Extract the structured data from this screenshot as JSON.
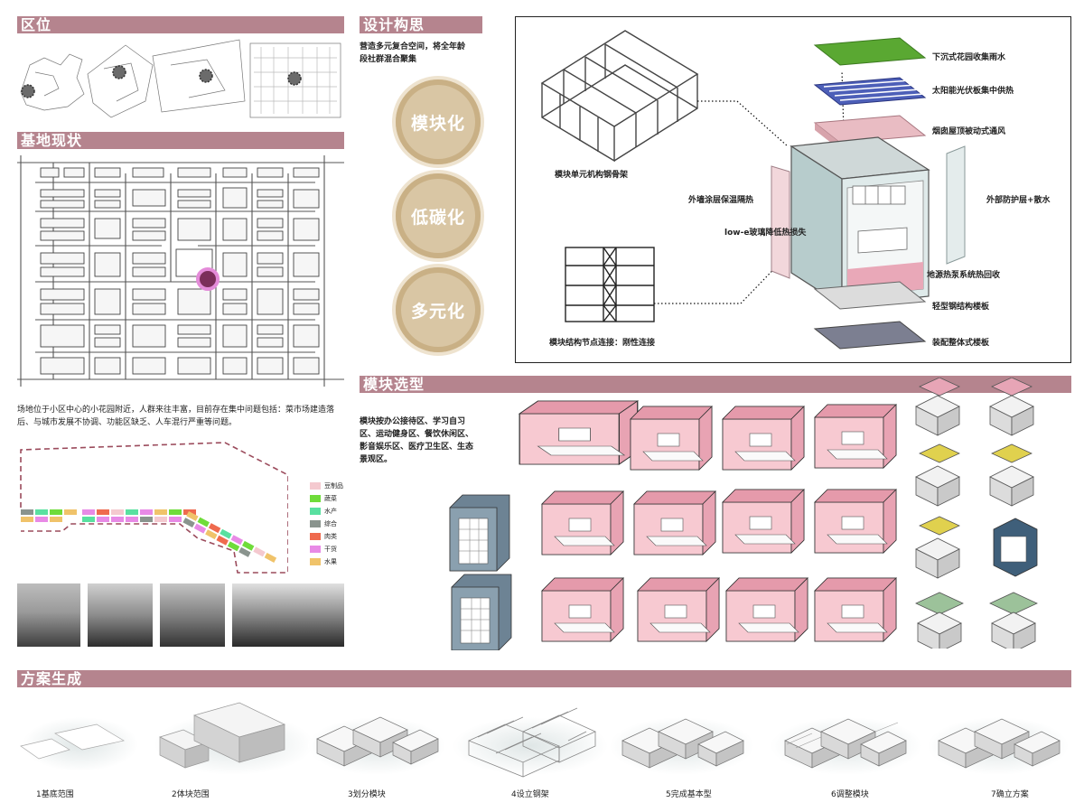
{
  "sections": {
    "location": "区位",
    "site": "基地现状",
    "concept": "设计构思",
    "module_select": "模块选型",
    "generation": "方案生成"
  },
  "concept": {
    "intro": "营造多元复合空间，将全年龄段社群混合聚集",
    "keywords": [
      "模块化",
      "低碳化",
      "多元化"
    ]
  },
  "site": {
    "description": "场地位于小区中心的小花园附近，人群来往丰富，目前存在集中问题包括：菜市场建造落后、与城市发展不协调、功能区缺乏、人车混行严重等问题。"
  },
  "legend": [
    {
      "label": "豆制品",
      "color": "#f4c9cf"
    },
    {
      "label": "蔬菜",
      "color": "#6fdc3a"
    },
    {
      "label": "水产",
      "color": "#59e0a0"
    },
    {
      "label": "综合",
      "color": "#8a948e"
    },
    {
      "label": "肉类",
      "color": "#ef6a4e"
    },
    {
      "label": "干货",
      "color": "#e88ae6"
    },
    {
      "label": "水果",
      "color": "#f0c36a"
    }
  ],
  "structure": {
    "frame_label": "模块单元机构钢骨架",
    "node_label": "模块结构节点连接：刚性连接",
    "wall_insulation": "外墙涂层保温隔热",
    "glass": "low-e玻璃降低热损失",
    "outer_protect": "外部防护层+散水",
    "layers": [
      "下沉式花园收集雨水",
      "太阳能光伏板集中供热",
      "烟囱屋顶被动式通风",
      "地源热泵系统热回收",
      "轻型钢结构楼板",
      "装配整体式楼板"
    ]
  },
  "module": {
    "description": "模块按办公接待区、学习自习区、运动健身区、餐饮休闲区、影音娱乐区、医疗卫生区、生态景观区。"
  },
  "steps": [
    "1基底范围",
    "2体块范围",
    "3划分模块",
    "4设立钢架",
    "5完成基本型",
    "6调整模块",
    "7确立方案"
  ],
  "colors": {
    "header": "#b5848e",
    "pink": "#f2b9c3",
    "tan": "#d9c6a4"
  }
}
